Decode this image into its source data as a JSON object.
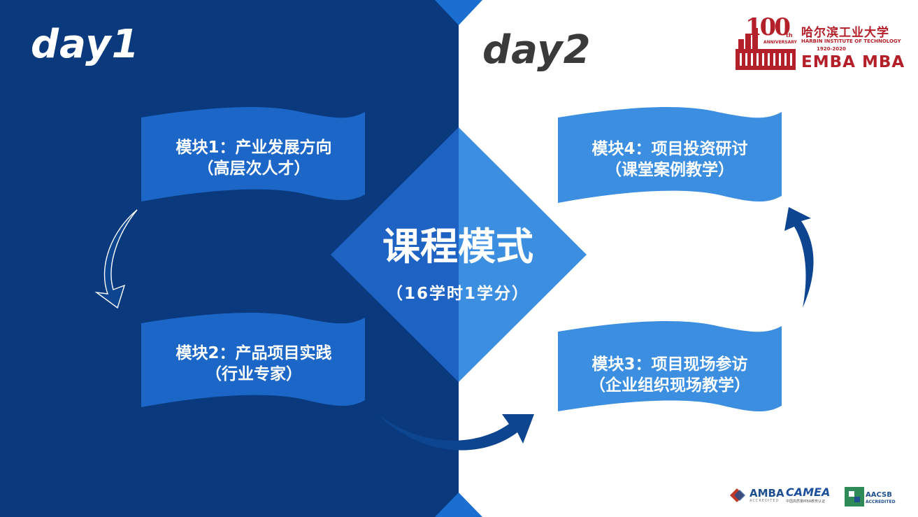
{
  "slide": {
    "day1_label": "day1",
    "day2_label": "day2",
    "center_title": "课程模式",
    "center_subtitle": "（16学时1学分）"
  },
  "modules": [
    {
      "line1": "模块1：产业发展方向",
      "line2": "（高层次人才）"
    },
    {
      "line1": "模块2：产品项目实践",
      "line2": "（行业专家）"
    },
    {
      "line1": "模块3：项目现场参访",
      "line2": "（企业组织现场教学）"
    },
    {
      "line1": "模块4：项目投资研讨",
      "line2": "（课堂案例教学）"
    }
  ],
  "logo": {
    "number": "100",
    "suffix": "th",
    "anniversary": "ANNIVERSARY",
    "cn_name": "哈尔滨工业大学",
    "en_name": "HARBIN INSTITUTE OF TECHNOLOGY",
    "years": "1920-2020",
    "programs": "EMBA  MBA"
  },
  "accreditations": {
    "amba": "AMBA",
    "amba_small": "ACCREDITED",
    "camea": "CAMEA",
    "camea_small": "中国高质量MBA教育认证",
    "aacsb": "AACSB",
    "aacsb_small": "ACCREDITED"
  },
  "colors": {
    "dark_blue": "#0a3a7d",
    "mid_blue": "#1a6fd0",
    "light_blue": "#3b8ee0",
    "logo_red": "#b4202a"
  }
}
